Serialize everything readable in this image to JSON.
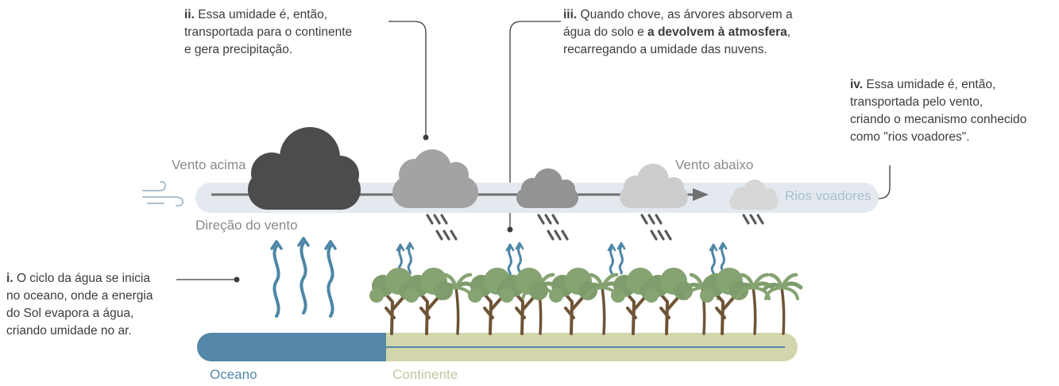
{
  "annotations": {
    "i": {
      "num": "i.",
      "lines": [
        "O ciclo da água se inicia",
        "no oceano, onde a energia",
        "do Sol evapora a água,",
        "criando umidade no ar."
      ]
    },
    "ii": {
      "num": "ii.",
      "lines": [
        "Essa umidade é, então,",
        "transportada para o continente",
        "e gera precipitação."
      ]
    },
    "iii": {
      "num": "iii.",
      "line1": "Quando chove, as árvores absorvem a",
      "line2_pre": "água do solo e ",
      "line2_bold": "a devolvem à atmosfera",
      "line2_post": ",",
      "line3": "recarregando a umidade das nuvens."
    },
    "iv": {
      "num": "iv.",
      "lines": [
        "Essa umidade é, então,",
        "transportada pelo vento,",
        "criando o mecanismo conhecido",
        "como \"rios voadores\"."
      ]
    }
  },
  "labels": {
    "wind_up": "Vento acima",
    "wind_down": "Vento abaixo",
    "wind_direction": "Direção do vento",
    "flying_rivers": "Rios voadores",
    "ocean": "Oceano",
    "continent": "Continente"
  },
  "icons": [
    "wind-icon",
    "cloud-icon",
    "rain-icon",
    "evaporation-icon",
    "tree-icon",
    "palm-tree-icon"
  ],
  "colors": {
    "ocean": "#5587a8",
    "continent": "#d3d6ad",
    "wind_band": "#e4e9ef",
    "flying_rivers": "#a9bfd0",
    "cloud_dark": "#4c4c4c",
    "tree_green": "#7f9c6c",
    "trunk": "#6e5436"
  }
}
